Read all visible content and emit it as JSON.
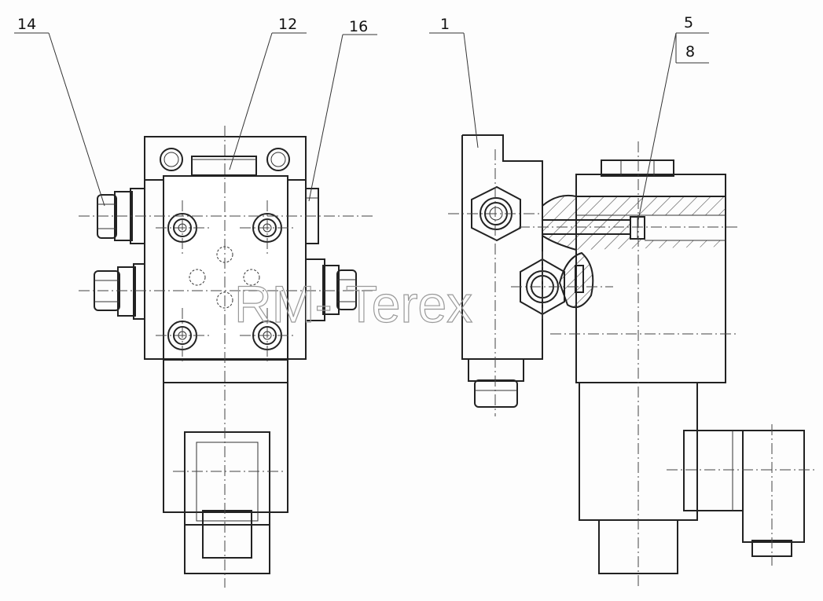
{
  "callouts": {
    "c14": "14",
    "c12": "12",
    "c16": "16",
    "c1": "1",
    "c5": "5",
    "c8": "8"
  },
  "watermark": "RM- Terex"
}
